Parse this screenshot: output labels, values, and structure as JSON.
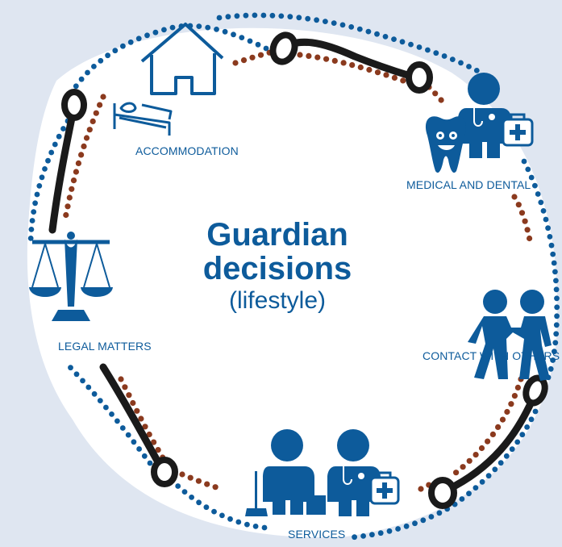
{
  "center": {
    "title_line1": "Guardian",
    "title_line2": "decisions",
    "subtitle": "(lifestyle)"
  },
  "categories": [
    {
      "id": "accommodation",
      "label": "ACCOMMODATION",
      "icons": [
        "house-icon",
        "bed-icon"
      ]
    },
    {
      "id": "medical",
      "label": "MEDICAL AND DENTAL",
      "icons": [
        "tooth-icon",
        "doctor-icon",
        "medical-kit-icon"
      ]
    },
    {
      "id": "contact",
      "label": "CONTACT WITH OTHERS",
      "icons": [
        "people-holding-hands-icon"
      ]
    },
    {
      "id": "services",
      "label": "SERVICES",
      "icons": [
        "cleaner-icon",
        "doctor-icon",
        "medical-kit-icon"
      ]
    },
    {
      "id": "legal",
      "label": "LEGAL MATTERS",
      "icons": [
        "scales-of-justice-icon"
      ]
    }
  ],
  "colors": {
    "background": "#dfe6f1",
    "circle_fill": "#ffffff",
    "blue": "#0d5b9b",
    "brown": "#8b3a1e",
    "black": "#1a1a1a"
  }
}
